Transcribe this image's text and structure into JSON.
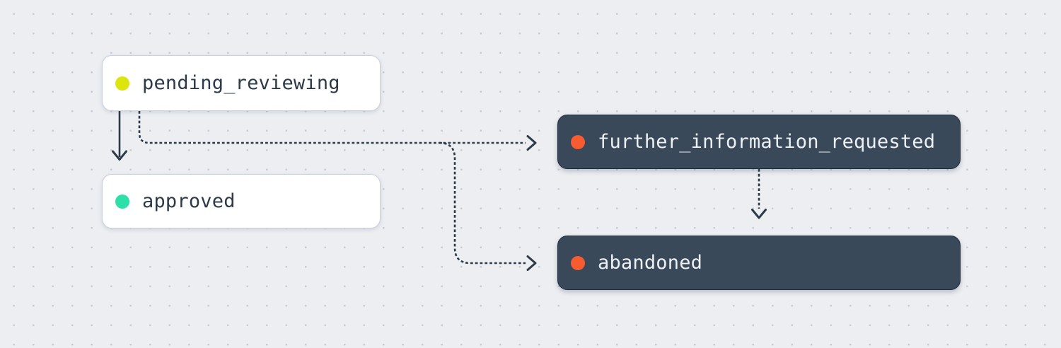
{
  "diagram": {
    "background_color": "#eceef2",
    "grid_dot_color": "#c6cad3",
    "edge_color": "#2d3b49",
    "nodes": [
      {
        "label": "pending_reviewing",
        "variant": "light",
        "dot_color": "#dce60e",
        "bg_color": "#ffffff",
        "text_color": "#2c3a49",
        "border_color": "#c9d0d9"
      },
      {
        "label": "approved",
        "variant": "light",
        "dot_color": "#2ce0a7",
        "bg_color": "#ffffff",
        "text_color": "#2c3a49",
        "border_color": "#c9d0d9"
      },
      {
        "label": "further_information_requested",
        "variant": "dark",
        "dot_color": "#f75b30",
        "bg_color": "#394959",
        "text_color": "#edf1f4",
        "border_color": "#1f2d3b"
      },
      {
        "label": "abandoned",
        "variant": "dark",
        "dot_color": "#f75b30",
        "bg_color": "#394959",
        "text_color": "#edf1f4",
        "border_color": "#1f2d3b"
      }
    ],
    "edges": [
      {
        "from": "pending_reviewing",
        "to": "approved",
        "style": "solid"
      },
      {
        "from": "pending_reviewing",
        "to": "further_information_requested",
        "style": "dashed"
      },
      {
        "from": "pending_reviewing",
        "to": "abandoned",
        "style": "dashed"
      },
      {
        "from": "further_information_requested",
        "to": "abandoned",
        "style": "dashed"
      }
    ]
  }
}
